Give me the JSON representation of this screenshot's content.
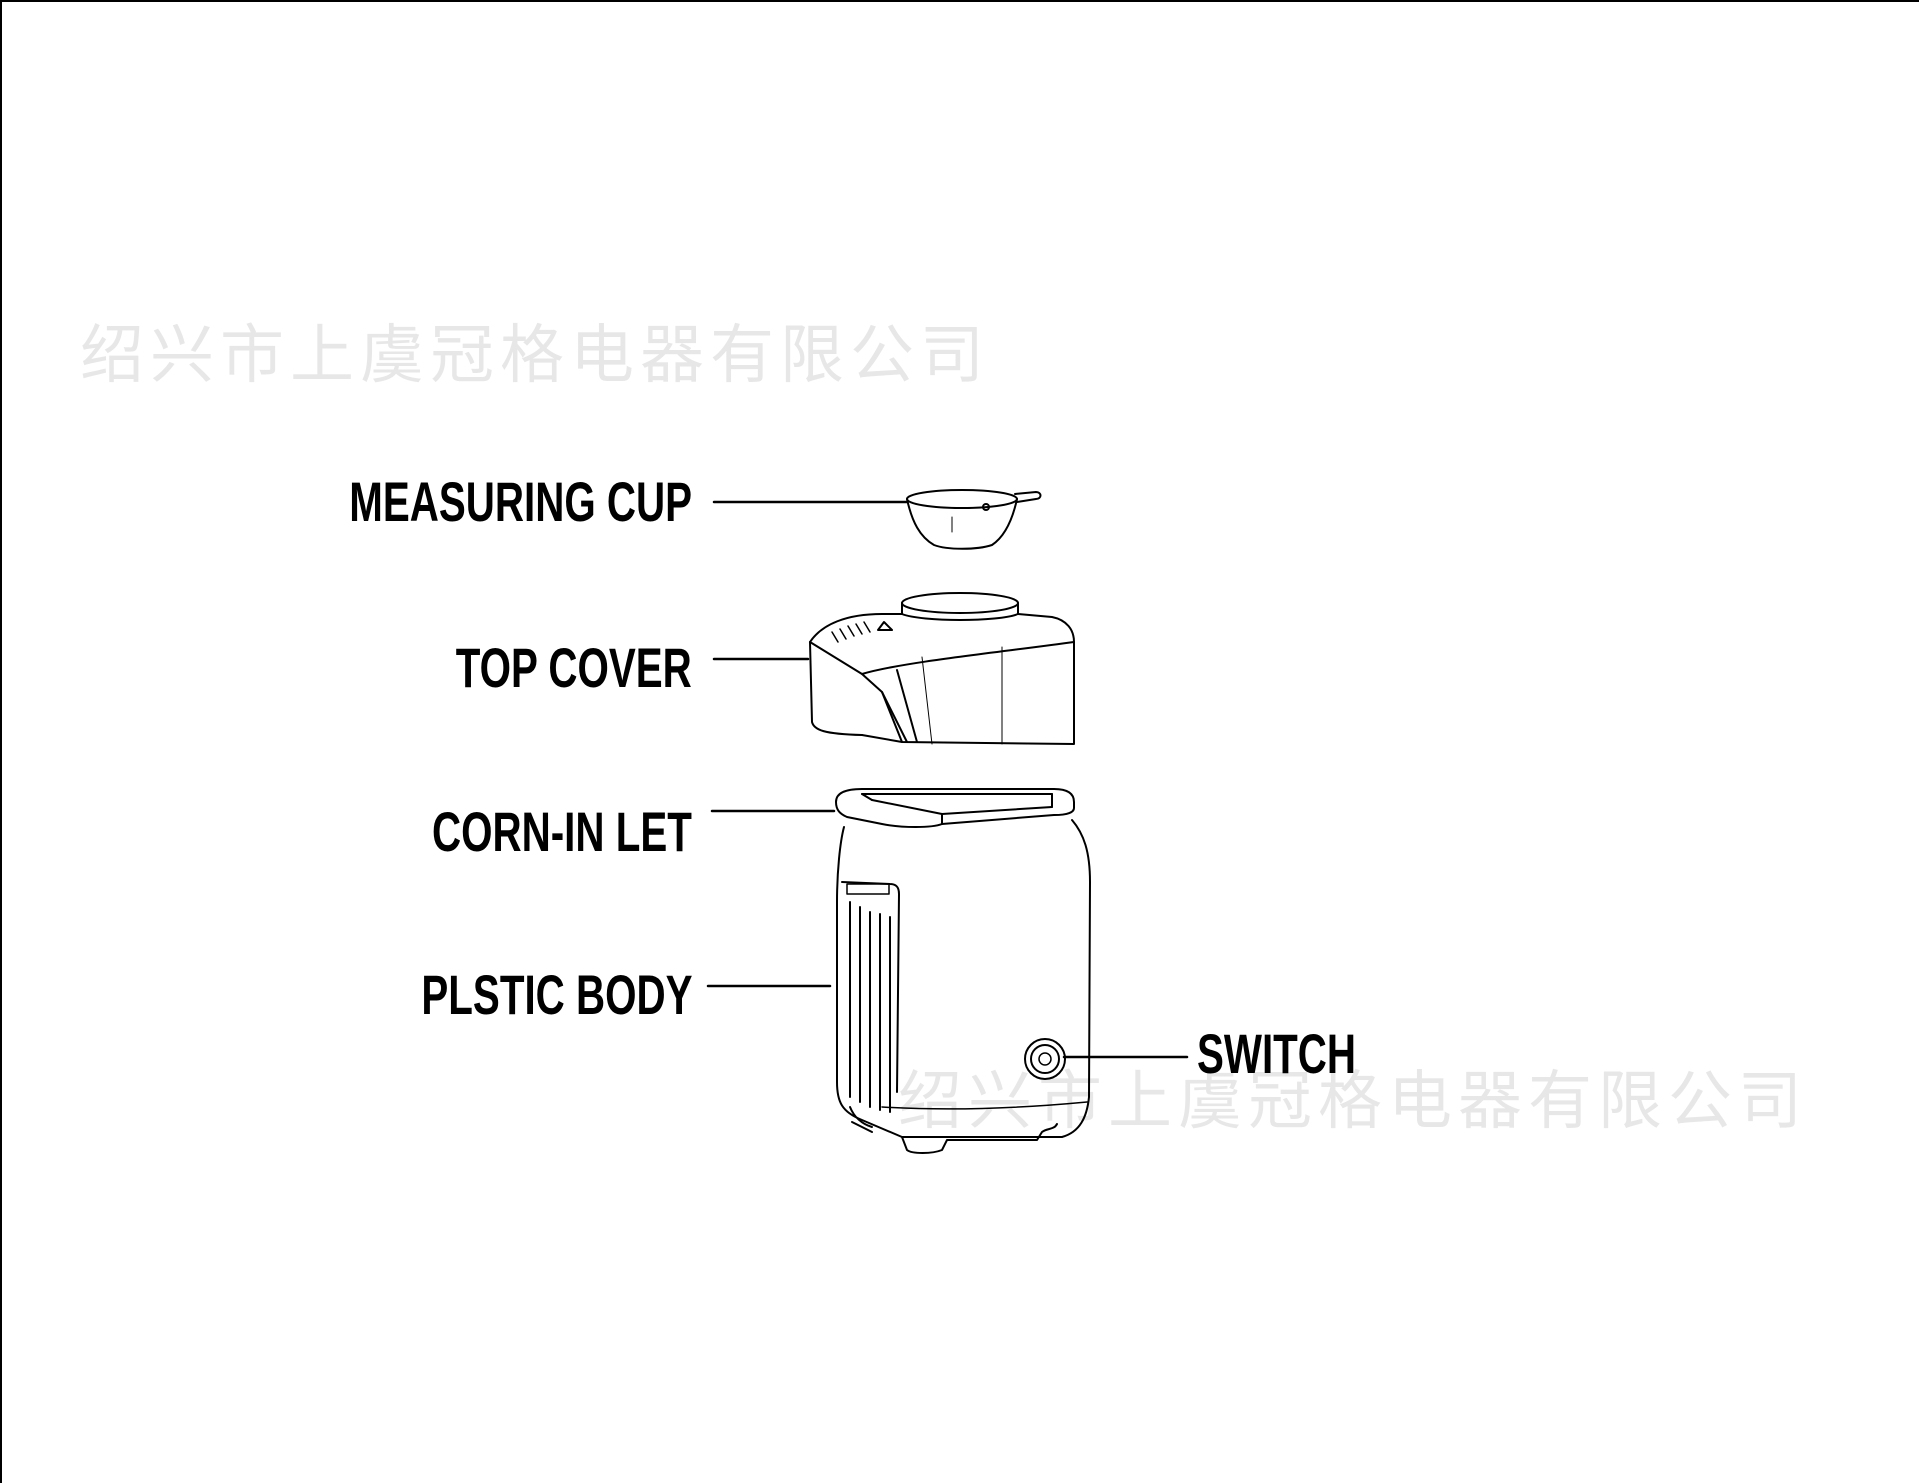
{
  "watermarks": [
    "绍兴市上虞冠格电器有限公司",
    "绍兴市上虞冠格电器有限公司"
  ],
  "labels": {
    "measuring_cup": "MEASURING CUP",
    "top_cover": "TOP COVER",
    "corn_inlet": "CORN-IN LET",
    "plastic_body": "PLSTIC BODY",
    "switch": "SWITCH"
  },
  "colors": {
    "line": "#000000",
    "background": "#ffffff"
  }
}
